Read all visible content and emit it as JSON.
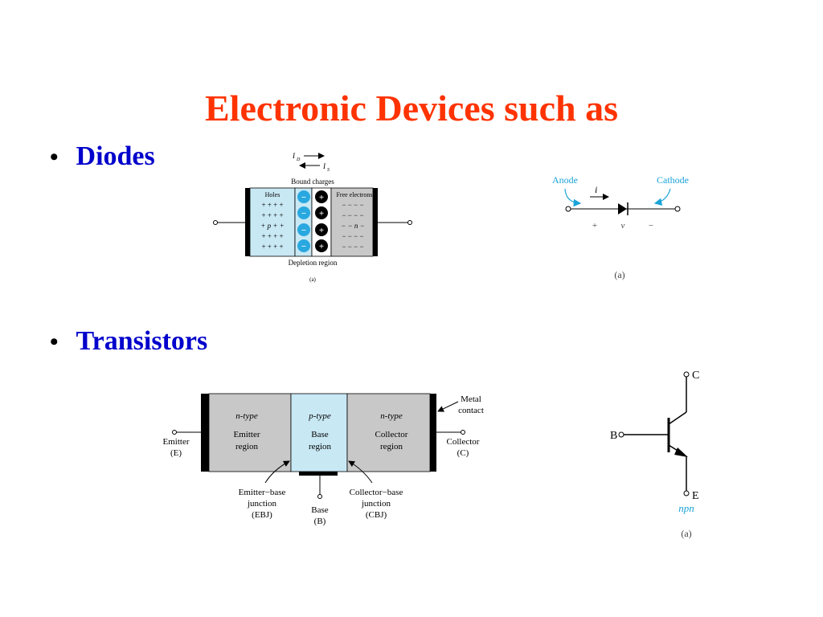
{
  "slide": {
    "title": "Electronic Devices such as",
    "bullets": [
      {
        "label": "Diodes"
      },
      {
        "label": "Transistors"
      }
    ]
  },
  "colors": {
    "title": "#ff3300",
    "bullet": "#0000cc",
    "region_light_blue": "#c8e8f4",
    "region_gray": "#c8c8c8",
    "ion_blue": "#29a8e0",
    "cyan_label": "#1aa3d8"
  },
  "diode_pn": {
    "current_labels": [
      "I_D",
      "I_S"
    ],
    "current_d_sub": "D",
    "current_s_sub": "S",
    "current_letter": "I",
    "bound_charges": "Bound charges",
    "holes": "Holes",
    "free_electrons": "Free electrons",
    "p_rows": [
      "+ + + +",
      "+ + + +",
      "+ p + +",
      "+ + + +",
      "+ + + +"
    ],
    "n_rows": [
      "− − − −",
      "− − − −",
      "− − n −",
      "− − − −",
      "− − − −"
    ],
    "ion_minus": "−",
    "ion_plus": "+",
    "depletion_region": "Depletion region",
    "caption": "(a)"
  },
  "diode_symbol": {
    "anode": "Anode",
    "cathode": "Cathode",
    "current": "i",
    "plus": "+",
    "voltage": "v",
    "minus": "−",
    "caption": "(a)"
  },
  "bjt_structure": {
    "emitter_type": "n-type",
    "emitter_region": "Emitter",
    "emitter_region2": "region",
    "base_type": "p-type",
    "base_region": "Base",
    "base_region2": "region",
    "collector_type": "n-type",
    "collector_region": "Collector",
    "collector_region2": "region",
    "metal_contact": "Metal",
    "metal_contact2": "contact",
    "emitter_terminal": "Emitter",
    "emitter_terminal2": "(E)",
    "collector_terminal": "Collector",
    "collector_terminal2": "(C)",
    "ebj": "Emitter−base",
    "ebj2": "junction",
    "ebj3": "(EBJ)",
    "base_terminal": "Base",
    "base_terminal2": "(B)",
    "cbj": "Collector−base",
    "cbj2": "junction",
    "cbj3": "(CBJ)"
  },
  "bjt_symbol": {
    "collector": "C",
    "base": "B",
    "emitter": "E",
    "type": "npn",
    "caption": "(a)"
  }
}
